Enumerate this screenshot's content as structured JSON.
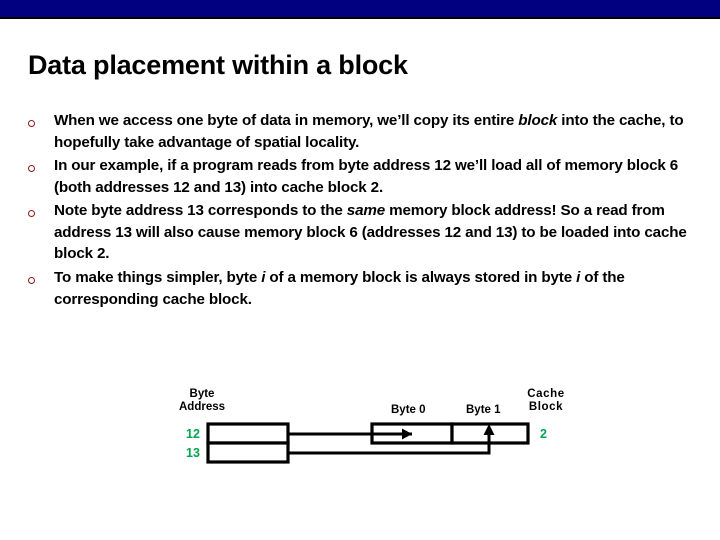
{
  "banner": {
    "color": "#000080"
  },
  "slide": {
    "title": "Data placement within a block",
    "bullet_marker_color": "#8b1a1a"
  },
  "bullets": [
    {
      "id": "bullet-1",
      "parts": [
        {
          "text": "When we access one byte of data in memory, we’ll copy its entire ",
          "italic": false
        },
        {
          "text": "block",
          "italic": true
        },
        {
          "text": " into the cache, to hopefully take advantage of spatial locality.",
          "italic": false
        }
      ],
      "plain": "When we access one byte of data in memory, we’ll copy its entire block into the cache, to hopefully take advantage of spatial locality."
    },
    {
      "id": "bullet-2",
      "parts": [
        {
          "text": "In our example, if a program reads from byte address 12 we’ll load all of memory block 6 (both addresses 12 and 13) into cache block 2.",
          "italic": false
        }
      ],
      "plain": "In our example, if a program reads from byte address 12 we’ll load all of memory block 6 (both addresses 12 and 13) into cache block 2."
    },
    {
      "id": "bullet-3",
      "parts": [
        {
          "text": "Note byte address 13 corresponds to the ",
          "italic": false
        },
        {
          "text": "same",
          "italic": true
        },
        {
          "text": " memory block address! So a read from address 13 will also cause memory block 6 (addresses 12 and 13) to be loaded into cache block 2.",
          "italic": false
        }
      ],
      "plain": "Note byte address 13 corresponds to the same memory block address! So a read from address 13 will also cause memory block 6 (addresses 12 and 13) to be loaded into cache block 2."
    },
    {
      "id": "bullet-4",
      "parts": [
        {
          "text": "To make things simpler, byte ",
          "italic": false
        },
        {
          "text": "i",
          "italic": true
        },
        {
          "text": " of a memory block is always stored in byte ",
          "italic": false
        },
        {
          "text": "i",
          "italic": true
        },
        {
          "text": " of the corresponding cache block.",
          "italic": false
        }
      ],
      "plain": "To make things simpler, byte i of a memory block is always stored in byte i of the corresponding cache block."
    }
  ],
  "diagram": {
    "byte_address_label_line1": "Byte",
    "byte_address_label_line2": "Address",
    "address_row_1": "12",
    "address_row_2": "13",
    "cache_cell_0_label": "Byte 0",
    "cache_cell_1_label": "Byte 1",
    "cache_block_label_line1": "Cache",
    "cache_block_label_line2": "Block",
    "cache_block_number": "2",
    "address_number_color": "#00a550",
    "cache_block_number_color": "#00a550",
    "stroke_color": "#000000"
  }
}
